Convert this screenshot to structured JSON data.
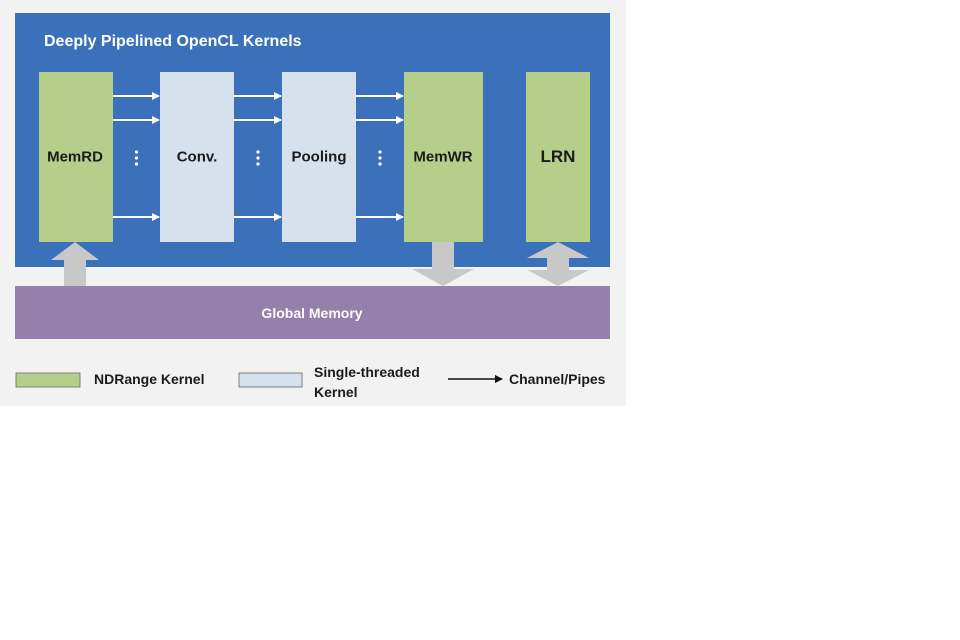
{
  "title": "Deeply Pipelined OpenCL Kernels",
  "kernels": [
    {
      "id": "memrd",
      "label": "MemRD",
      "type": "ndrange"
    },
    {
      "id": "conv",
      "label": "Conv.",
      "type": "single"
    },
    {
      "id": "pooling",
      "label": "Pooling",
      "type": "single"
    },
    {
      "id": "memwr",
      "label": "MemWR",
      "type": "ndrange"
    },
    {
      "id": "lrn",
      "label": "LRN",
      "type": "ndrange"
    }
  ],
  "global_memory": {
    "label": "Global Memory"
  },
  "legend": {
    "ndrange": "NDRange Kernel",
    "single_line1": "Single-threaded",
    "single_line2": "Kernel",
    "channel": "Channel/Pipes"
  },
  "colors": {
    "background_panel": "#3b70ba",
    "ndrange_kernel": "#b5cf8a",
    "single_kernel": "#d6e1ee",
    "global_memory": "#9380ab",
    "memory_arrow": "#c8c8c8"
  }
}
